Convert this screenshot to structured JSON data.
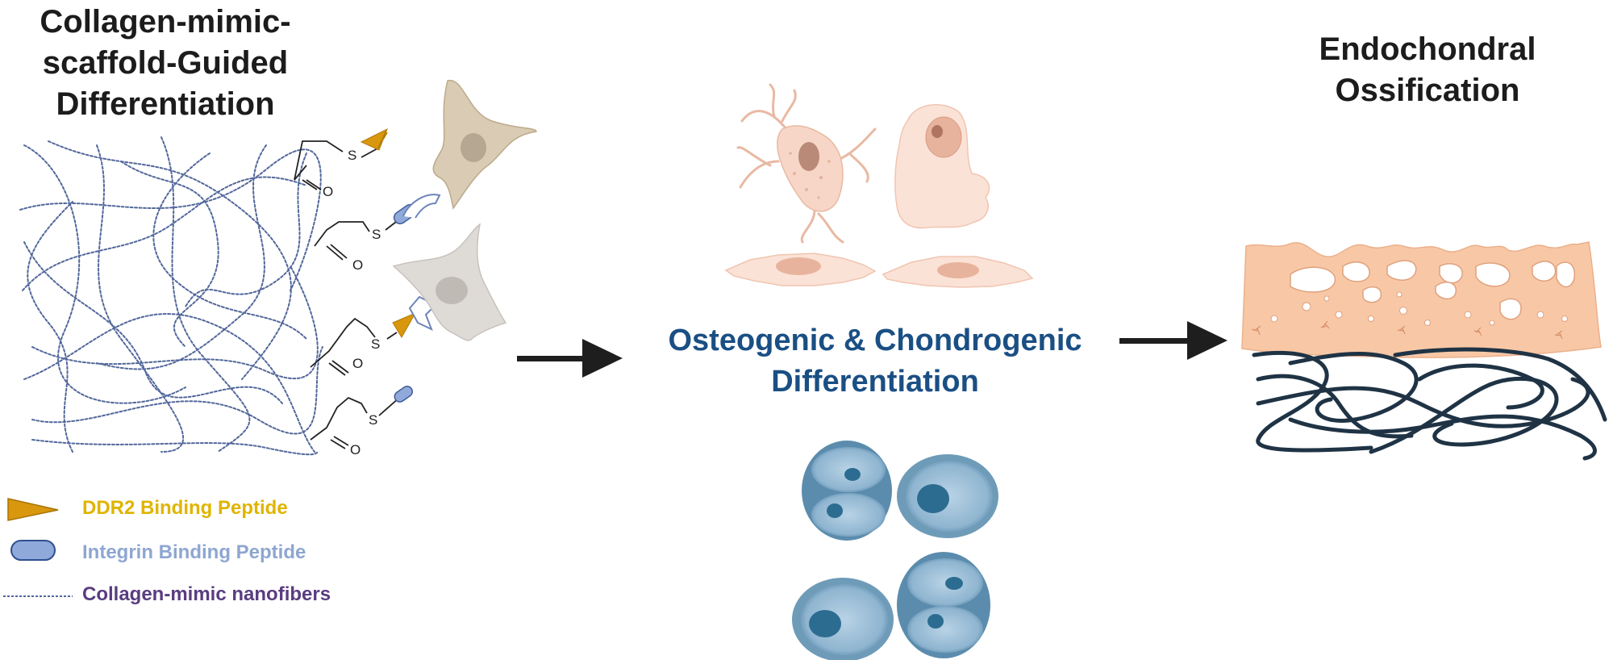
{
  "titles": {
    "left": [
      "Collagen-mimic-",
      "scaffold-Guided",
      "Differentiation"
    ],
    "right": [
      "Endochondral",
      "Ossification"
    ],
    "middle": [
      "Osteogenic & Chondrogenic",
      "Differentiation"
    ]
  },
  "chem_labels": {
    "sulfur": "S",
    "oxygen": "O"
  },
  "legend": {
    "ddr2": "DDR2 Binding Peptide",
    "integrin": "Integrin Binding Peptide",
    "nanofibers": "Collagen-mimic nanofibers"
  },
  "colors": {
    "ddr2": "#d9970d",
    "integrin": "#8fa9db",
    "nanofiber": "#52679b",
    "title_mid": "#1a4f84",
    "bone": "#f8c8a6",
    "chondrocyte": "#5b8cad",
    "arrow": "#1e1e1e"
  }
}
